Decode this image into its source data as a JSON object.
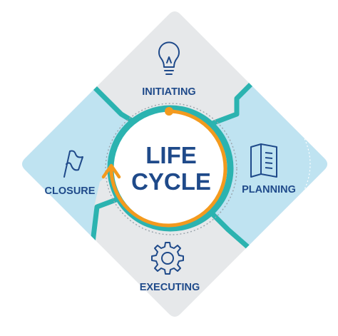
{
  "center": {
    "line1": "LIFE",
    "line2": "CYCLE"
  },
  "phases": {
    "initiating": {
      "label": "INITIATING",
      "icon": "lightbulb-icon"
    },
    "planning": {
      "label": "PLANNING",
      "icon": "document-icon"
    },
    "executing": {
      "label": "EXECUTING",
      "icon": "gear-icon"
    },
    "closure": {
      "label": "CLOSURE",
      "icon": "flag-icon"
    }
  },
  "colors": {
    "gray_quadrant": "#e6e8ea",
    "blue_quadrant": "#bfe3f1",
    "teal_border": "#2bb3b0",
    "navy_text": "#1f4a8a",
    "cycle_arrow": "#f39a1e"
  }
}
